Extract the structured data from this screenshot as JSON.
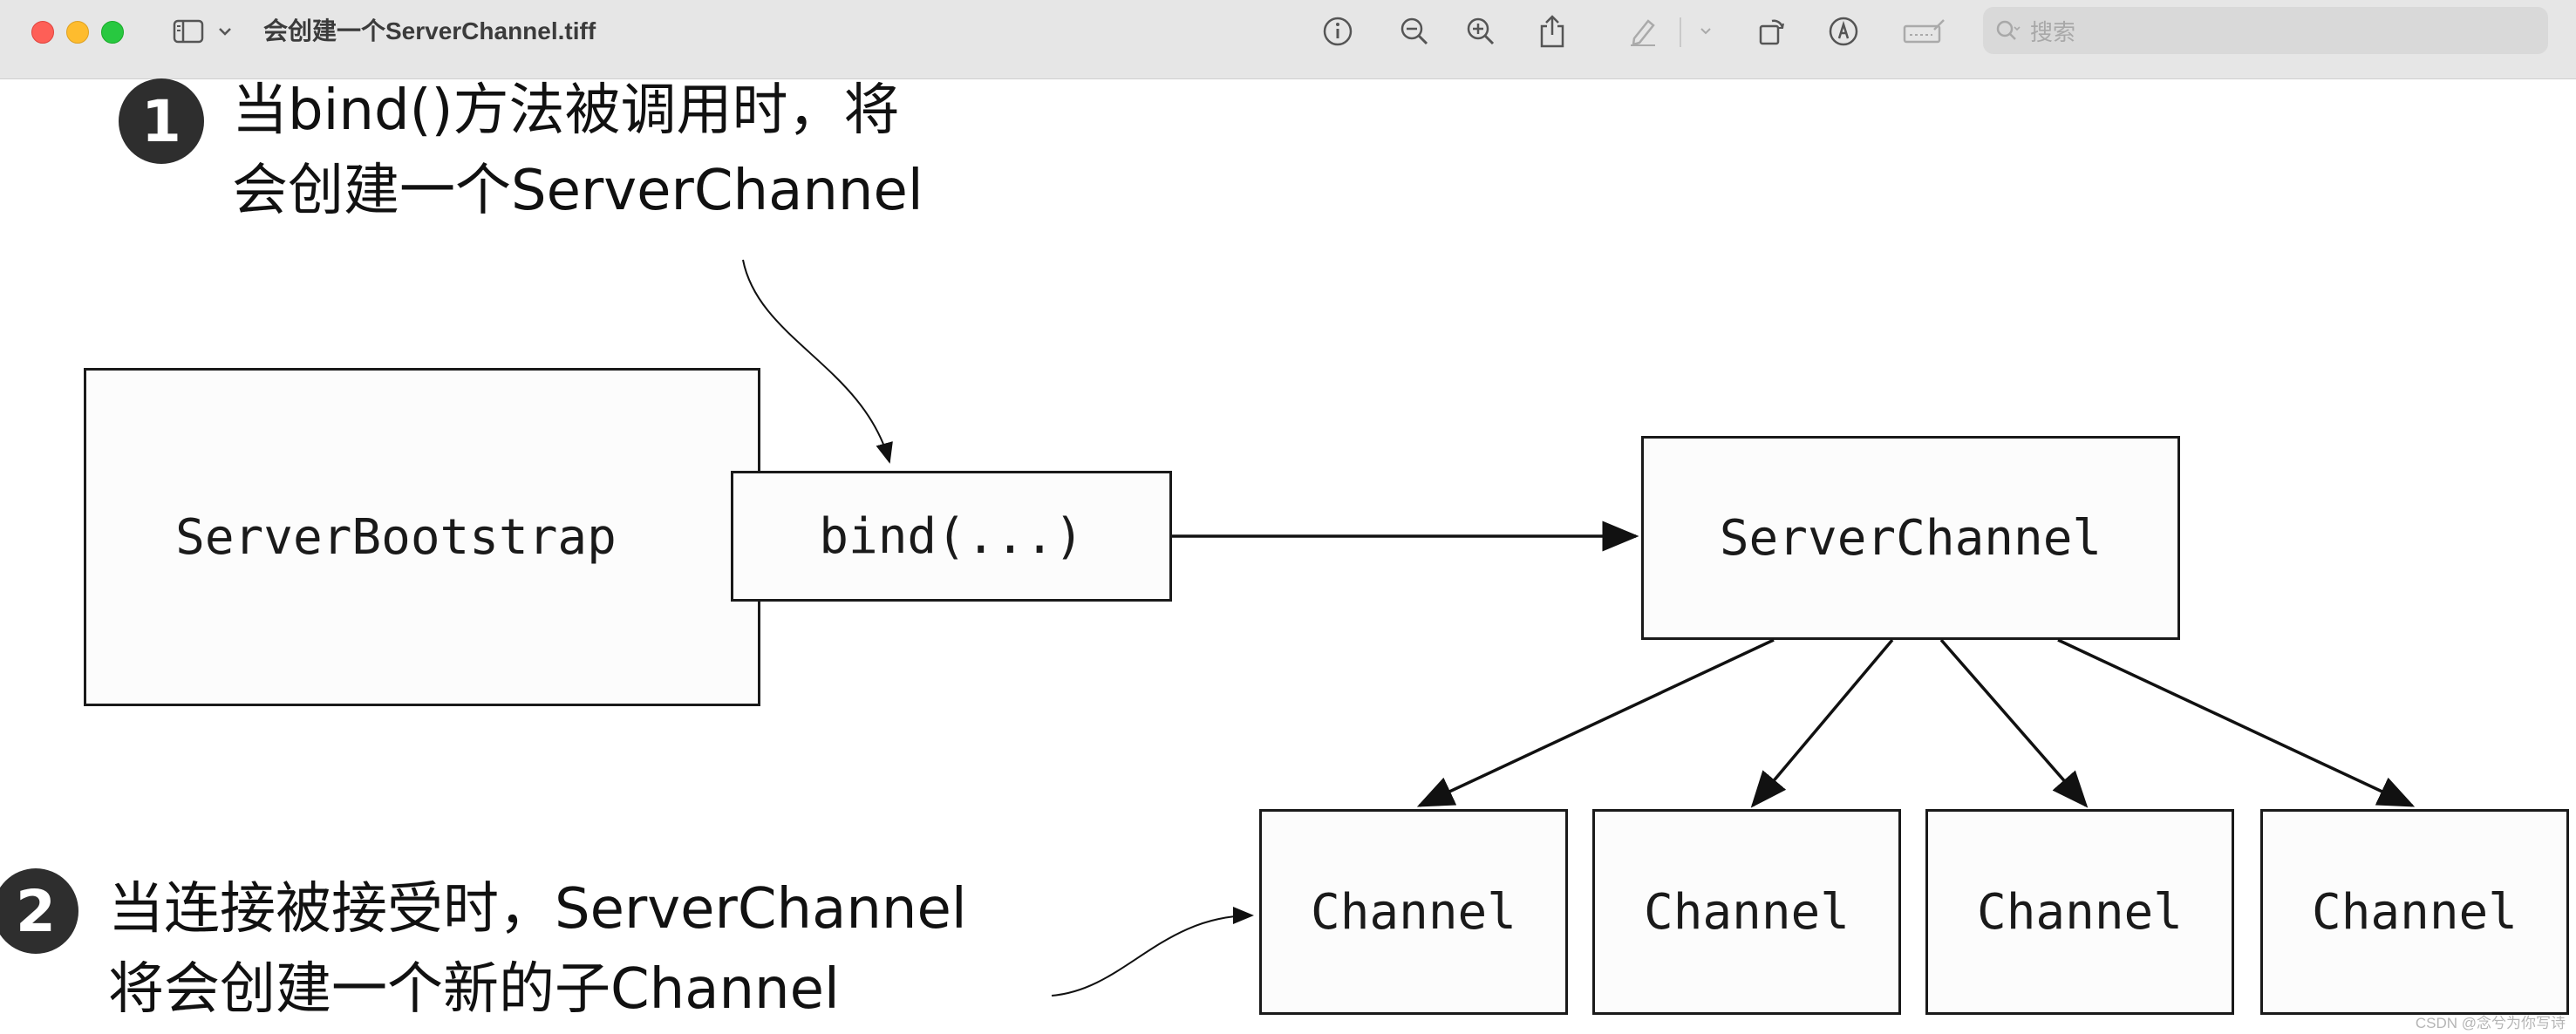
{
  "window": {
    "title": "会创建一个ServerChannel.tiff",
    "search_placeholder": "搜索"
  },
  "toolbar_icons": [
    "sidebar-icon",
    "chevron-down-icon",
    "info-icon",
    "zoom-out-icon",
    "zoom-in-icon",
    "share-icon",
    "markup-pen-icon",
    "chevron-down-icon",
    "rotate-icon",
    "annotate-icon",
    "signature-icon",
    "search-icon"
  ],
  "colors": {
    "traffic_red": "#fe5f57",
    "traffic_yellow": "#febc2e",
    "traffic_green": "#28c840",
    "toolbar_bg": "#e6e6e6"
  },
  "diagram": {
    "note1": {
      "badge": "1",
      "line1": "当bind()方法被调用时，将",
      "line2": "会创建一个ServerChannel"
    },
    "note2": {
      "badge": "2",
      "line1": "当连接被接受时，ServerChannel",
      "line2": "将会创建一个新的子Channel"
    },
    "server_bootstrap": "ServerBootstrap",
    "bind": "bind(...)",
    "server_channel": "ServerChannel",
    "channels": [
      "Channel",
      "Channel",
      "Channel",
      "Channel"
    ]
  },
  "watermark": "CSDN @念兮为你写诗"
}
